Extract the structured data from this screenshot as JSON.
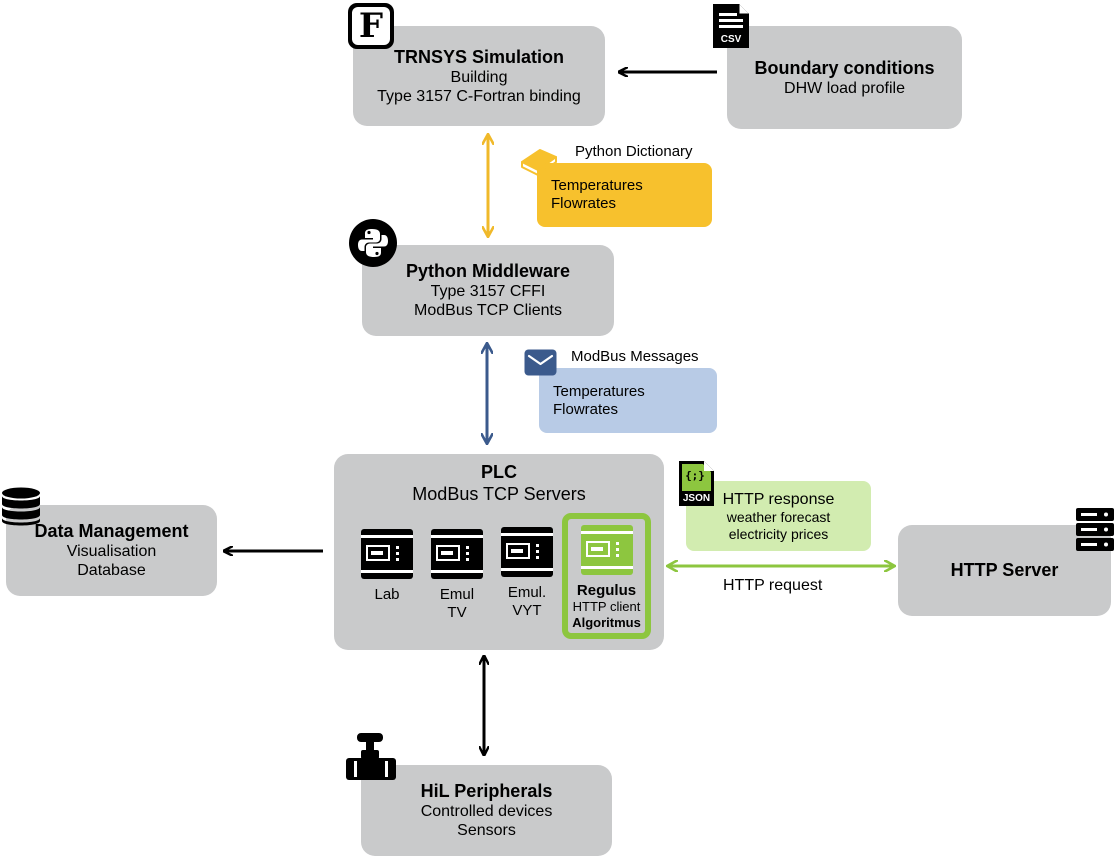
{
  "nodes": {
    "trnsys": {
      "title": "TRNSYS Simulation",
      "lines": [
        "Building",
        "Type 3157 C-Fortran binding"
      ]
    },
    "boundary": {
      "title": "Boundary conditions",
      "lines": [
        "DHW load profile"
      ]
    },
    "python": {
      "title": "Python Middleware",
      "lines": [
        "Type 3157 CFFI",
        "ModBus TCP Clients"
      ]
    },
    "plc": {
      "title": "PLC",
      "subtitle": "ModBus TCP Servers",
      "devices": [
        {
          "lines": [
            "Lab"
          ]
        },
        {
          "lines": [
            "Emul",
            "TV"
          ]
        },
        {
          "lines": [
            "Emul.",
            "VYT"
          ]
        }
      ],
      "regulus": {
        "title": "Regulus",
        "line1": "HTTP client",
        "line2": "Algoritmus"
      }
    },
    "data_management": {
      "title": "Data Management",
      "lines": [
        "Visualisation",
        "Database"
      ]
    },
    "http_server": {
      "title": "HTTP Server"
    },
    "hil": {
      "title": "HiL Peripherals",
      "lines": [
        "Controlled devices",
        "Sensors"
      ]
    }
  },
  "messages": {
    "python_dict": {
      "caption": "Python Dictionary",
      "lines": [
        "Temperatures",
        "Flowrates"
      ]
    },
    "modbus": {
      "caption": "ModBus Messages",
      "lines": [
        "Temperatures",
        "Flowrates"
      ]
    },
    "http_response": {
      "title": "HTTP response",
      "lines": [
        "weather forecast",
        "electricity prices"
      ]
    },
    "http_request": {
      "label": "HTTP request"
    }
  },
  "icons": {
    "fortran": {
      "name": "fortran-logo-icon",
      "glyph": "F"
    },
    "csv": {
      "name": "csv-file-icon",
      "label": "CSV"
    },
    "python": {
      "name": "python-logo-icon"
    },
    "book": {
      "name": "book-icon"
    },
    "envelope": {
      "name": "envelope-icon"
    },
    "json": {
      "name": "json-file-icon",
      "label": "JSON",
      "glyph": "{;}"
    },
    "database": {
      "name": "database-icon"
    },
    "server": {
      "name": "server-icon"
    },
    "valve": {
      "name": "valve-icon"
    }
  },
  "colors": {
    "box": "#c9cacb",
    "yellow": "#f7c12d",
    "yellow_arrow": "#f0b92a",
    "blue_box": "#b8cbe6",
    "blue_arrow": "#3b5a8c",
    "green": "#8dc63f",
    "green_light": "#d2ecb0"
  }
}
